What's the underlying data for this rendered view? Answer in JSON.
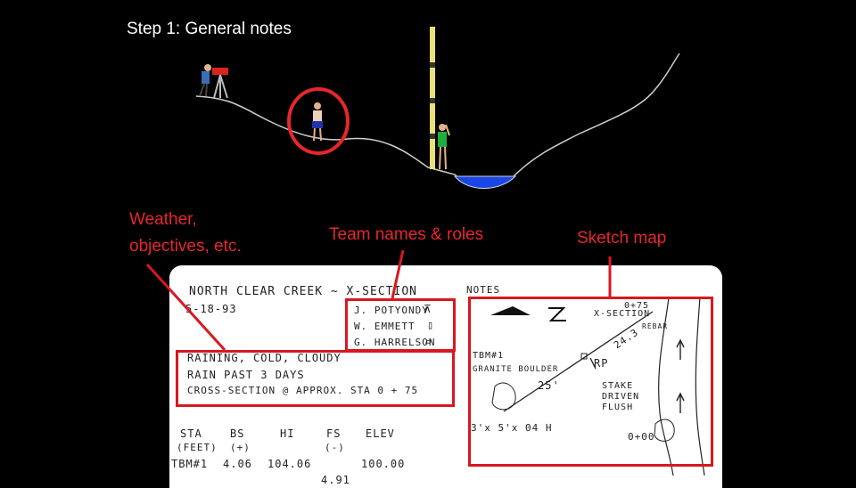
{
  "slide": {
    "title": "Step 1: General notes",
    "labels": {
      "weather": [
        "Weather,",
        "objectives, etc."
      ],
      "team": "Team names & roles",
      "sketch": "Sketch map"
    }
  },
  "notebook": {
    "header": "NORTH CLEAR CREEK ~ X-SECTION",
    "date": "5-18-93",
    "notes_label": "NOTES",
    "team": [
      "J. POTYONDY",
      "W. EMMETT",
      "G. HARRELSON"
    ],
    "conditions": [
      "RAINING, COLD, CLOUDY",
      "RAIN PAST 3 DAYS",
      "CROSS-SECTION @ APPROX. STA 0 + 75"
    ],
    "table": {
      "headers": [
        "STA",
        "BS",
        "HI",
        "FS",
        "ELEV"
      ],
      "subheaders": [
        "(FEET)",
        "(+)",
        "",
        "(-)",
        ""
      ],
      "rows": [
        [
          "TBM#1",
          "4.06",
          "104.06",
          "",
          "100.00"
        ]
      ],
      "partial": "4.91"
    },
    "sketch": {
      "station_top": "0+75",
      "xsection": "X-SECTION",
      "rebar": "REBAR",
      "dist1": "24.3",
      "rp": "RP",
      "dist2": "25'",
      "tbm": [
        "TBM#1",
        "GRANITE BOULDER"
      ],
      "stake": [
        "STAKE",
        "DRIVEN",
        "FLUSH"
      ],
      "boulder_size": "3'x 5'x 04 H",
      "station_bottom": "0+00"
    }
  },
  "colors": {
    "accent": "#e8262b",
    "water": "#1b46e6",
    "background": "#000000"
  }
}
